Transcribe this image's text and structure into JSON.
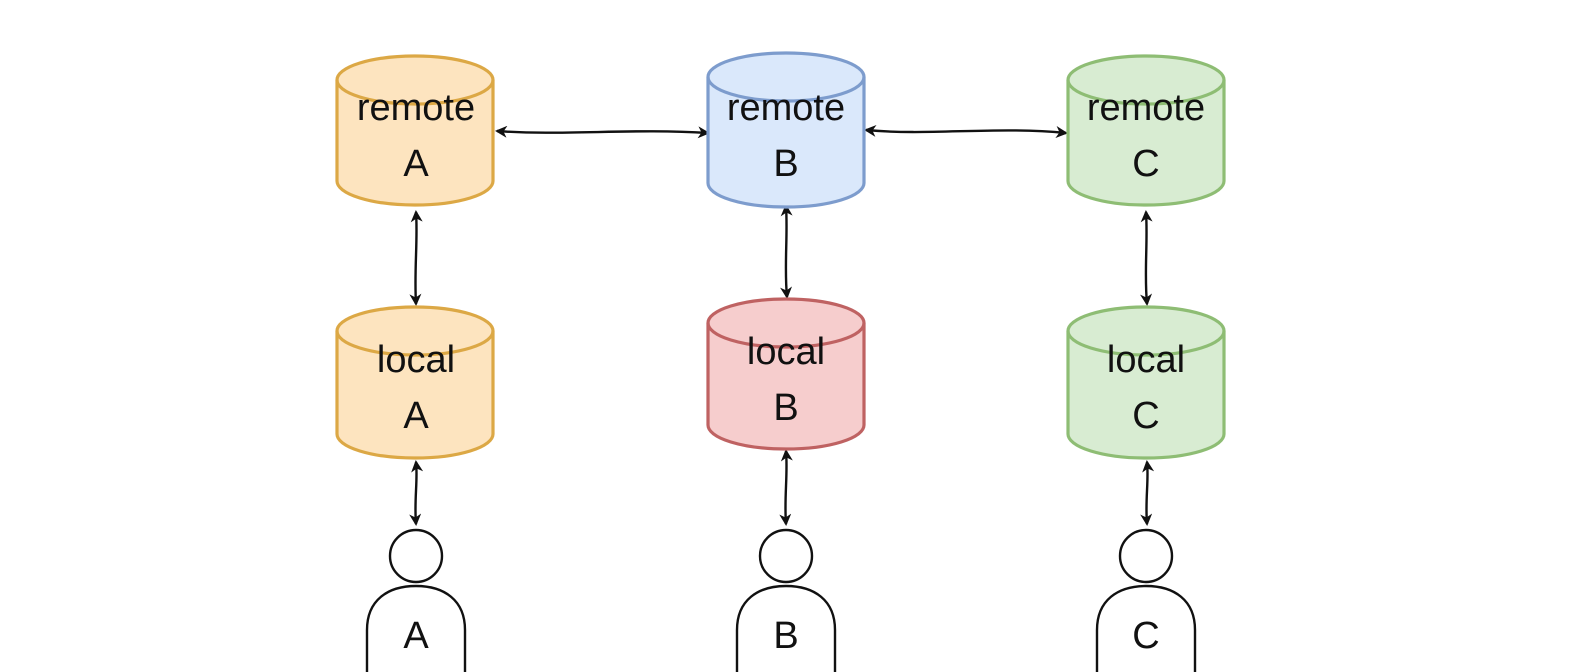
{
  "columns": [
    {
      "id": "a",
      "remote": {
        "line1": "remote",
        "line2": "A",
        "fill": "#fde4bf",
        "stroke": "#dca845"
      },
      "local": {
        "line1": "local",
        "line2": "A",
        "fill": "#fde4bf",
        "stroke": "#dca845"
      },
      "user": {
        "label": "A"
      }
    },
    {
      "id": "b",
      "remote": {
        "line1": "remote",
        "line2": "B",
        "fill": "#dae8fb",
        "stroke": "#7d9ccd"
      },
      "local": {
        "line1": "local",
        "line2": "B",
        "fill": "#f6cdcd",
        "stroke": "#bf6262"
      },
      "user": {
        "label": "B"
      }
    },
    {
      "id": "c",
      "remote": {
        "line1": "remote",
        "line2": "C",
        "fill": "#d8ecd2",
        "stroke": "#8ebd74"
      },
      "local": {
        "line1": "local",
        "line2": "C",
        "fill": "#d8ecd2",
        "stroke": "#8ebd74"
      },
      "user": {
        "label": "C"
      }
    }
  ],
  "edges": [
    {
      "from": "remote-a",
      "to": "remote-b",
      "direction": "bidirectional"
    },
    {
      "from": "remote-b",
      "to": "remote-c",
      "direction": "bidirectional"
    },
    {
      "from": "remote-a",
      "to": "local-a",
      "direction": "bidirectional"
    },
    {
      "from": "remote-b",
      "to": "local-b",
      "direction": "bidirectional"
    },
    {
      "from": "remote-c",
      "to": "local-c",
      "direction": "bidirectional"
    },
    {
      "from": "local-a",
      "to": "user-a",
      "direction": "bidirectional"
    },
    {
      "from": "local-b",
      "to": "user-b",
      "direction": "bidirectional"
    },
    {
      "from": "local-c",
      "to": "user-c",
      "direction": "bidirectional"
    }
  ]
}
